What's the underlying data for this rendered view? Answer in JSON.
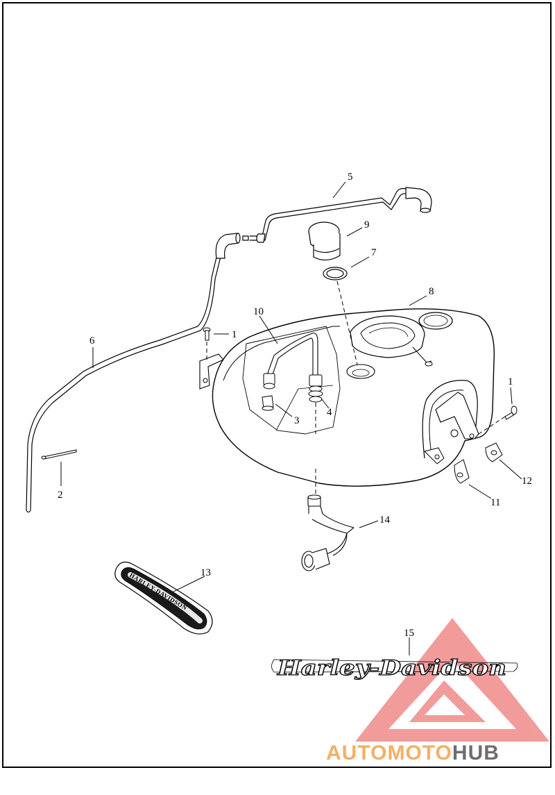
{
  "callouts": {
    "c1a": "1",
    "c1b": "1",
    "c2": "2",
    "c3": "3",
    "c4": "4",
    "c5": "5",
    "c6": "6",
    "c7": "7",
    "c8": "8",
    "c9": "9",
    "c10": "10",
    "c11": "11",
    "c12": "12",
    "c13": "13",
    "c14": "14",
    "c15": "15"
  },
  "emblem_text": "HARLEY-DAVIDSON",
  "script_logo_text": "Harley-Davidson",
  "watermark": {
    "part1": "AUTO",
    "part2": "MOTO",
    "part3": "HUB",
    "color_accent": "#f4a24a",
    "color_dark": "#555555",
    "triangle_color": "#e84a4a"
  }
}
